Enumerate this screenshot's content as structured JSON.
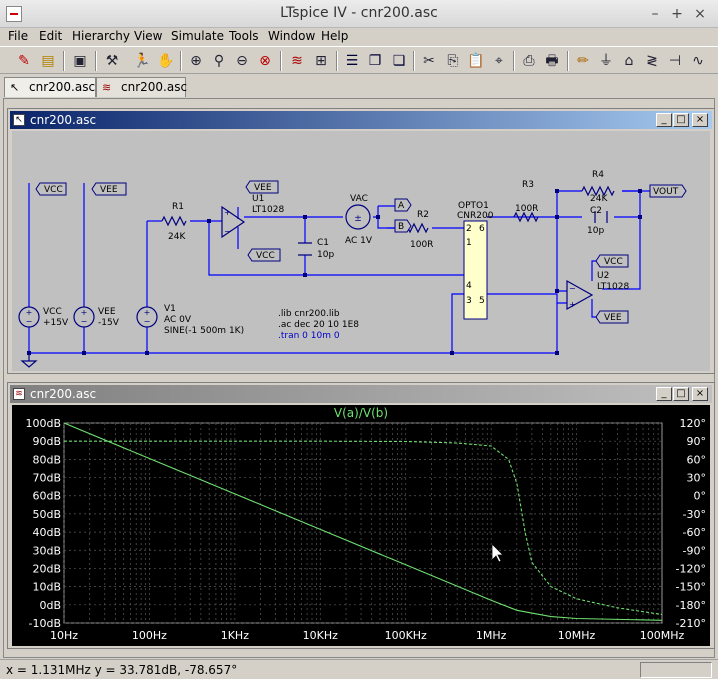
{
  "window": {
    "title": "LTspice IV - cnr200.asc",
    "minimize": "–",
    "maximize": "+",
    "close": "×"
  },
  "menu": [
    "File",
    "Edit",
    "Hierarchy",
    "View",
    "Simulate",
    "Tools",
    "Window",
    "Help"
  ],
  "tabs": [
    {
      "label": "cnr200.asc",
      "icon": "schematic-icon"
    },
    {
      "label": "cnr200.asc",
      "icon": "waveform-icon"
    }
  ],
  "schematic_window": {
    "title": "cnr200.asc",
    "labels": {
      "vcc_top": "VCC",
      "vee_top": "VEE",
      "vee_u1": "VEE",
      "vcc_u1": "VCC",
      "r1": "R1",
      "r1_val": "24K",
      "u1": "U1",
      "u1_val": "LT1028",
      "c1": "C1",
      "c1_val": "10p",
      "vac": "VAC",
      "vac_val": "AC 1V",
      "node_a": "A",
      "node_b": "B",
      "r2": "R2",
      "r2_val": "100R",
      "opto": "OPTO1",
      "opto_val": "CNR200",
      "pin2": "2",
      "pin6": "6",
      "pin1": "1",
      "pin4": "4",
      "pin3": "3",
      "pin5": "5",
      "r3": "R3",
      "r3_val": "100R",
      "r4": "R4",
      "r4_val": "24K",
      "c2": "C2",
      "c2_val": "10p",
      "vout": "VOUT",
      "vcc_u2": "VCC",
      "u2": "U2",
      "u2_val": "LT1028",
      "vee_u2": "VEE",
      "vcc_src": "VCC",
      "vcc_src_val": "+15V",
      "vee_src": "VEE",
      "vee_src_val": "-15V",
      "v1": "V1",
      "v1_ac": "AC 0V",
      "v1_sine": "SINE(-1 500m 1K)",
      "lib": ".lib cnr200.lib",
      "ac": ".ac dec 20 10 1E8",
      "tran": ".tran 0 10m 0"
    }
  },
  "plot_window": {
    "title": "cnr200.asc"
  },
  "chart_data": {
    "type": "line",
    "title": "V(a)/V(b)",
    "x_scale": "log",
    "xlim": [
      10,
      100000000
    ],
    "x_ticks": [
      "10Hz",
      "100Hz",
      "1KHz",
      "10KHz",
      "100KHz",
      "1MHz",
      "10MHz",
      "100MHz"
    ],
    "ylim_left": [
      -10,
      100
    ],
    "y_ticks_left": [
      "100dB",
      "90dB",
      "80dB",
      "70dB",
      "60dB",
      "50dB",
      "40dB",
      "30dB",
      "20dB",
      "10dB",
      "0dB",
      "-10dB"
    ],
    "ylim_right": [
      -210,
      120
    ],
    "y_ticks_right": [
      "120°",
      "90°",
      "60°",
      "30°",
      "0°",
      "-30°",
      "-60°",
      "-90°",
      "-120°",
      "-150°",
      "-180°",
      "-210°"
    ],
    "grid": true,
    "series": [
      {
        "style": "solid",
        "axis": "left",
        "color": "#6fe06f",
        "x": [
          10,
          100,
          1000,
          10000,
          100000,
          1000000,
          2000000,
          5000000,
          10000000,
          100000000
        ],
        "y": [
          100,
          80.5,
          61,
          41.5,
          22,
          2.5,
          -3,
          -6.5,
          -7.5,
          -8.5
        ]
      },
      {
        "style": "dashed",
        "axis": "right",
        "color": "#6fe06f",
        "x": [
          10,
          100,
          1000,
          10000,
          100000,
          400000,
          1000000,
          1600000,
          2000000,
          2500000,
          3000000,
          5000000,
          10000000,
          30000000,
          100000000
        ],
        "y": [
          90,
          90,
          90,
          90,
          89.5,
          87,
          82,
          60,
          20,
          -60,
          -110,
          -150,
          -170,
          -185,
          -196
        ]
      }
    ]
  },
  "status": {
    "text": "x = 1.131MHz    y = 33.781dB, -78.657°"
  },
  "colors": {
    "wire": "#0000ff",
    "component": "#000080",
    "plot_bg": "#000000",
    "trace": "#6fe06f",
    "title_active": "#0a246a"
  }
}
